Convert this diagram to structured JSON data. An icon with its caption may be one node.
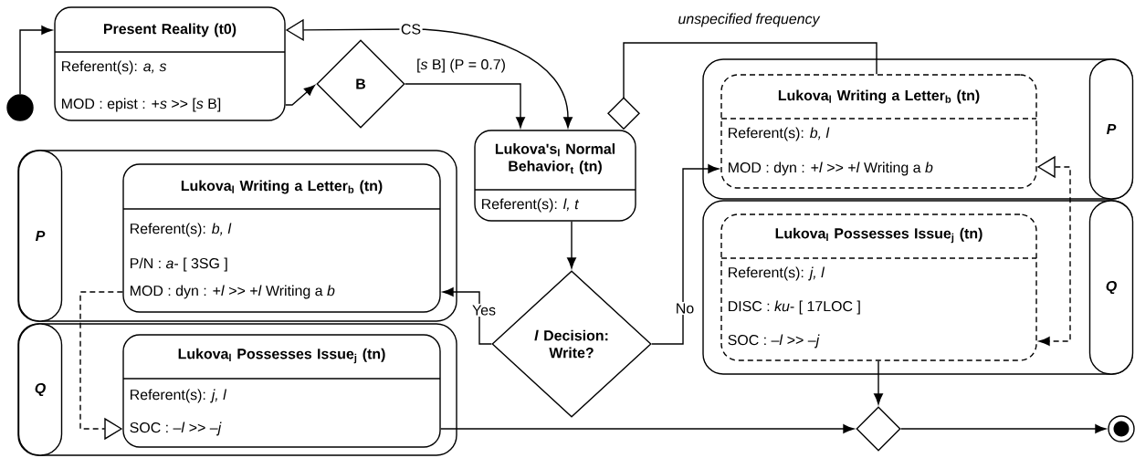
{
  "diagram": {
    "nodes": [
      {
        "text": [],
        "shape": "circle"
      },
      {
        "text": [
          "Present Reality (t0)",
          "Referent(s): *a, s*",
          "MOD : epist : +*s* >> [*s* B]"
        ]
      },
      {
        "text": [
          "B"
        ]
      },
      {
        "text": [
          "Lukova's$_{l}$ Normal Behavior$_{t}$ (tn)",
          "Referent(s): *l, t*"
        ]
      },
      {
        "text": [
          "*l* Decision: Write?"
        ]
      },
      {
        "text": [
          "P"
        ]
      },
      {
        "text": [
          "Lukova$_{l}$ Writing a Letter$_{b}$ (tn)",
          "Referent(s): *b, l*",
          "P/N : *a*- [ 3SG ]",
          "MOD : dyn : +*l* >> +*l* Writing a *b*"
        ],
        "in": 5
      },
      {
        "text": [
          "Q"
        ]
      },
      {
        "text": [
          "Lukova$_{l}$ Possesses Issue$_{j}$ (tn)",
          "Referent(s): *j, l*",
          "SOC : –*l* >> –*j*"
        ],
        "in": 7
      },
      {
        "text": [
          "P"
        ]
      },
      {
        "text": [
          "Lukova$_{l}$ Writing a Letter$_{b}$ (tn)",
          "Referent(s): *b, l*",
          "MOD : dyn : +*l* >> +*l* Writing a *b*"
        ],
        "in": 9
      },
      {
        "text": [
          "Q"
        ]
      },
      {
        "text": [
          "Lukova$_{l}$ Possesses Issue$_{j}$ (tn)",
          "Referent(s): *j, l*",
          "DISC : *ku*- [ 17LOC ]",
          "SOC : –*l* >> –*j*"
        ],
        "in": 11
      },
      {
        "text": [],
        "shape": "diamond"
      },
      {
        "text": [],
        "shape": "circle"
      }
    ],
    "edges": [
      {
        "from": 0,
        "to": 1,
        "arrow": "to"
      },
      {
        "from": 1,
        "to": 2,
        "arrow": "to"
      },
      {
        "from": 2,
        "to": 3,
        "arrow": "to",
        "label": "[*s* B] (P = 0.7)"
      },
      {
        "from": 1,
        "to": 3,
        "arrow": "both",
        "label": "CS"
      },
      {
        "from": 3,
        "to": 10,
        "arrow": "other",
        "label": "unspecified frequency"
      },
      {
        "from": 3,
        "to": 4,
        "arrow": "to"
      },
      {
        "from": 4,
        "to": 6,
        "arrow": "to",
        "label": "Yes"
      },
      {
        "from": 4,
        "to": 10,
        "arrow": "to",
        "label": "No"
      },
      {
        "from": 6,
        "to": 8,
        "arrow": "to",
        "style": "dashed"
      },
      {
        "from": 10,
        "to": 12,
        "arrow": "both",
        "style": "dashed"
      },
      {
        "from": 8,
        "to": 13,
        "arrow": "to"
      },
      {
        "from": 12,
        "to": 13,
        "arrow": "to"
      },
      {
        "from": 13,
        "to": 14,
        "arrow": "to"
      }
    ]
  }
}
